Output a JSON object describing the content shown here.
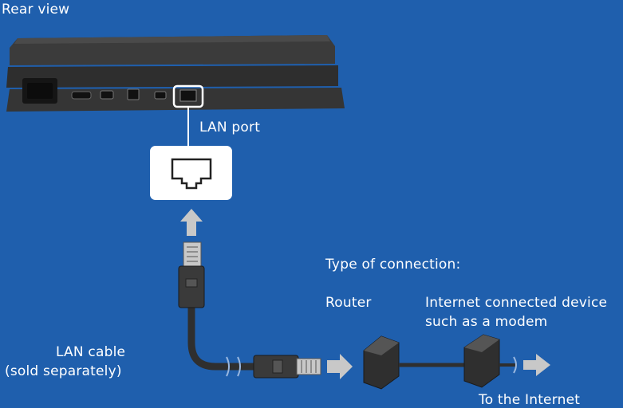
{
  "title": "Rear view",
  "lan_port_label": "LAN port",
  "connection_type_label": "Type of connection:",
  "router_label": "Router",
  "modem_label_line1": "Internet connected device",
  "modem_label_line2": "such as a modem",
  "cable_label_line1": "LAN cable",
  "cable_label_line2": "(sold separately)",
  "internet_label": "To the Internet",
  "colors": {
    "background": "#1f5fad",
    "console_body": "#3a3a3a",
    "arrow": "#c8c8c8",
    "text": "#ffffff"
  }
}
